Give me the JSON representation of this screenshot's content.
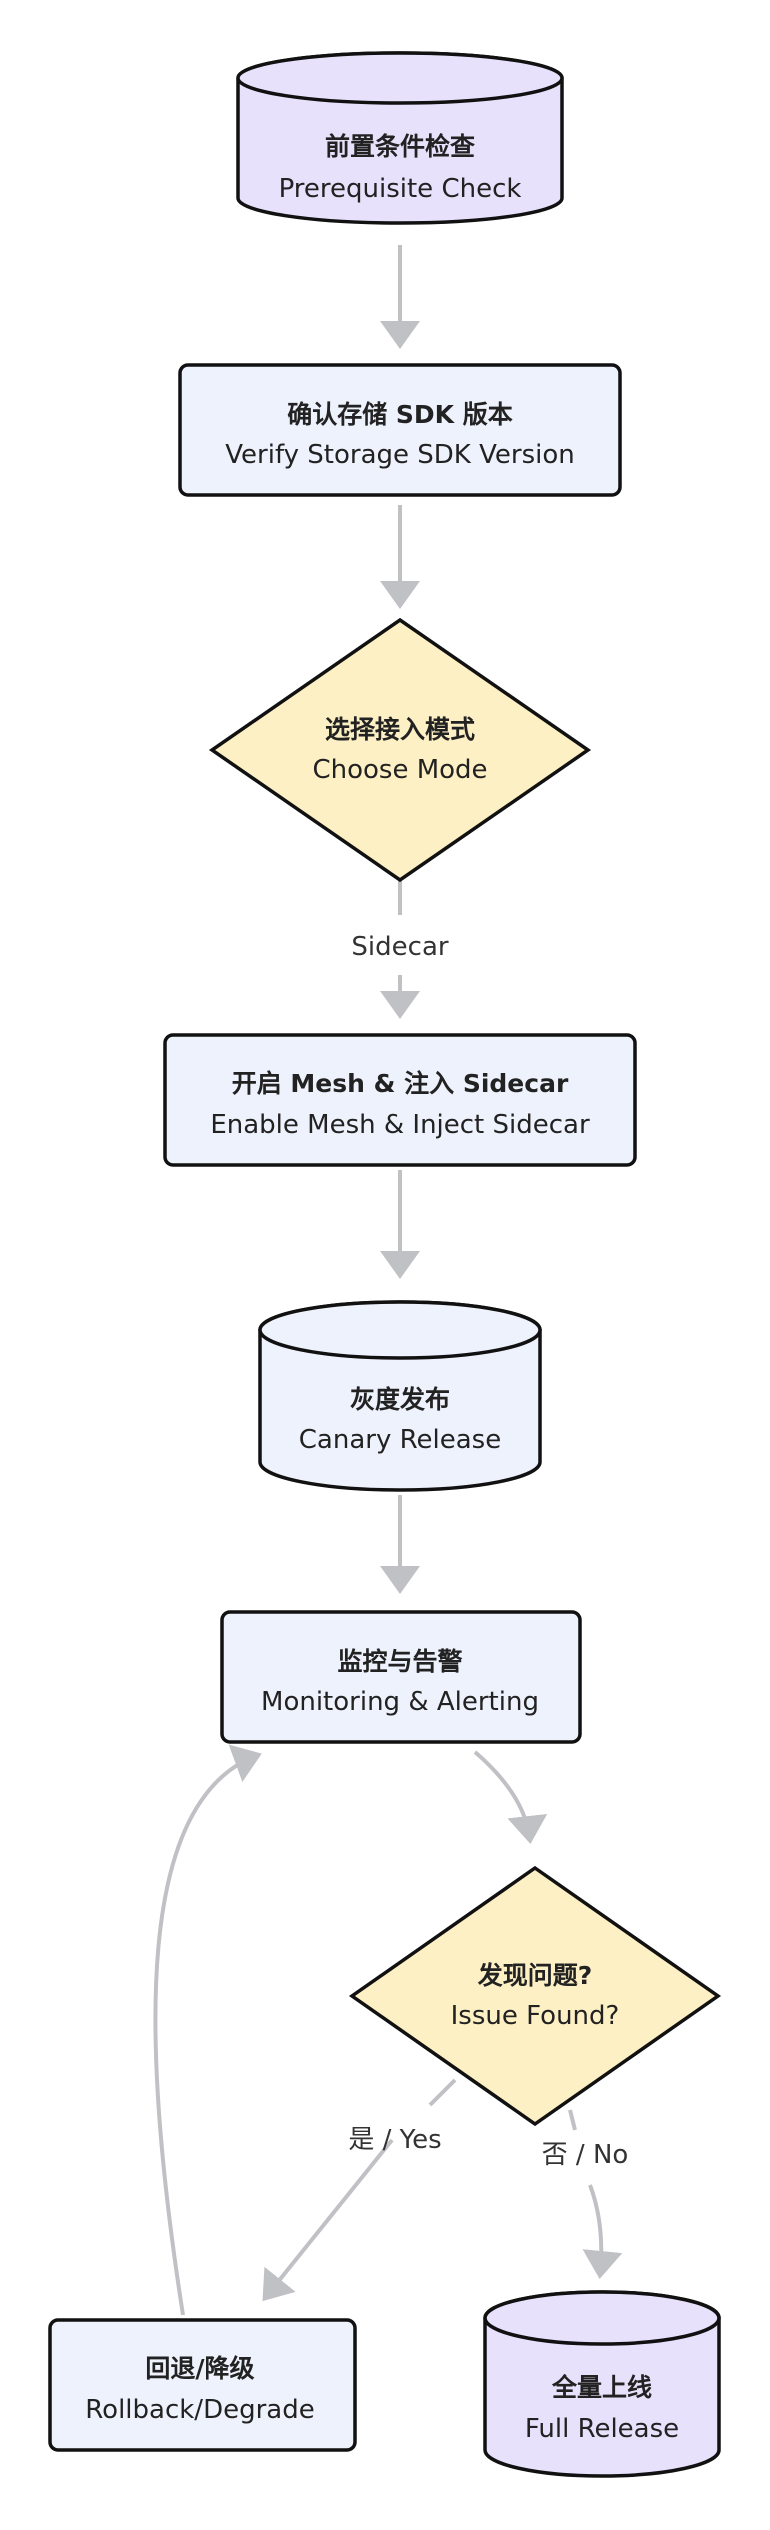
{
  "colors": {
    "process_fill": "#eef2fc",
    "decision_fill": "#fdf0c4",
    "terminal_fill": "#e8e1fb",
    "stroke": "#111111",
    "edge": "#c0c1c5"
  },
  "nodes": {
    "prerequisite": {
      "title": "前置条件检查",
      "subtitle": "Prerequisite Check"
    },
    "verify_sdk": {
      "title": "确认存储 SDK 版本",
      "subtitle": "Verify Storage SDK Version"
    },
    "choose_mode": {
      "title": "选择接入模式",
      "subtitle": "Choose Mode"
    },
    "enable_mesh": {
      "title": "开启 Mesh & 注入 Sidecar",
      "subtitle": "Enable Mesh & Inject Sidecar"
    },
    "canary": {
      "title": "灰度发布",
      "subtitle": "Canary Release"
    },
    "monitoring": {
      "title": "监控与告警",
      "subtitle": "Monitoring & Alerting"
    },
    "issue_found": {
      "title": "发现问题?",
      "subtitle": "Issue Found?"
    },
    "rollback": {
      "title": "回退/降级",
      "subtitle": "Rollback/Degrade"
    },
    "full_release": {
      "title": "全量上线",
      "subtitle": "Full Release"
    }
  },
  "edges": {
    "sidecar": "Sidecar",
    "yes": "是 / Yes",
    "no": "否 / No"
  }
}
